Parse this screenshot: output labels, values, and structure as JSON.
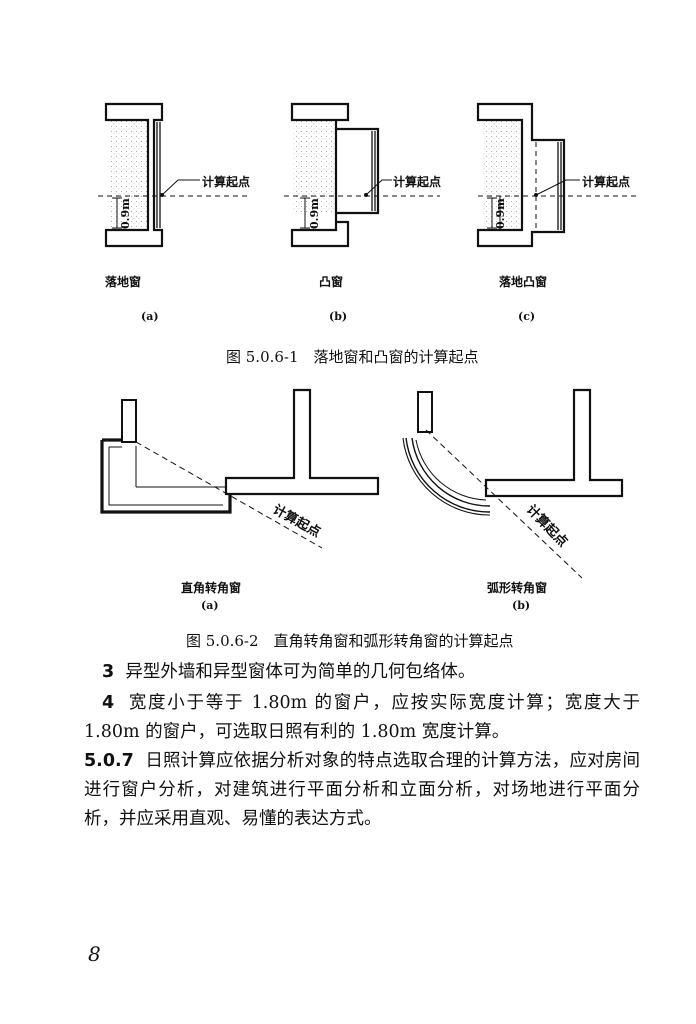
{
  "figure1": {
    "start_label": "计算起点",
    "height_label": "0.9m",
    "panels": [
      {
        "title": "落地窗",
        "letter": "(a)"
      },
      {
        "title": "凸窗",
        "letter": "(b)"
      },
      {
        "title": "落地凸窗",
        "letter": "(c)"
      }
    ],
    "caption": "图 5.0.6-1　落地窗和凸窗的计算起点"
  },
  "figure2": {
    "start_label": "计算起点",
    "panels": [
      {
        "title": "直角转角窗",
        "letter": "(a)"
      },
      {
        "title": "弧形转角窗",
        "letter": "(b)"
      }
    ],
    "caption": "图 5.0.6-2　直角转角窗和弧形转角窗的计算起点"
  },
  "paragraphs": [
    {
      "num": "3",
      "text": "异型外墙和异型窗体可为简单的几何包络体。"
    },
    {
      "num": "4",
      "text": "宽度小于等于 1.80m 的窗户，应按实际宽度计算；宽度大于 1.80m 的窗户，可选取日照有利的 1.80m 宽度计算。"
    },
    {
      "num": "5.0.7",
      "text": "日照计算应依据分析对象的特点选取合理的计算方法，应对房间进行窗户分析，对建筑进行平面分析和立面分析，对场地进行平面分析，并应采用直观、易懂的表达方式。"
    }
  ],
  "page_number": "8"
}
